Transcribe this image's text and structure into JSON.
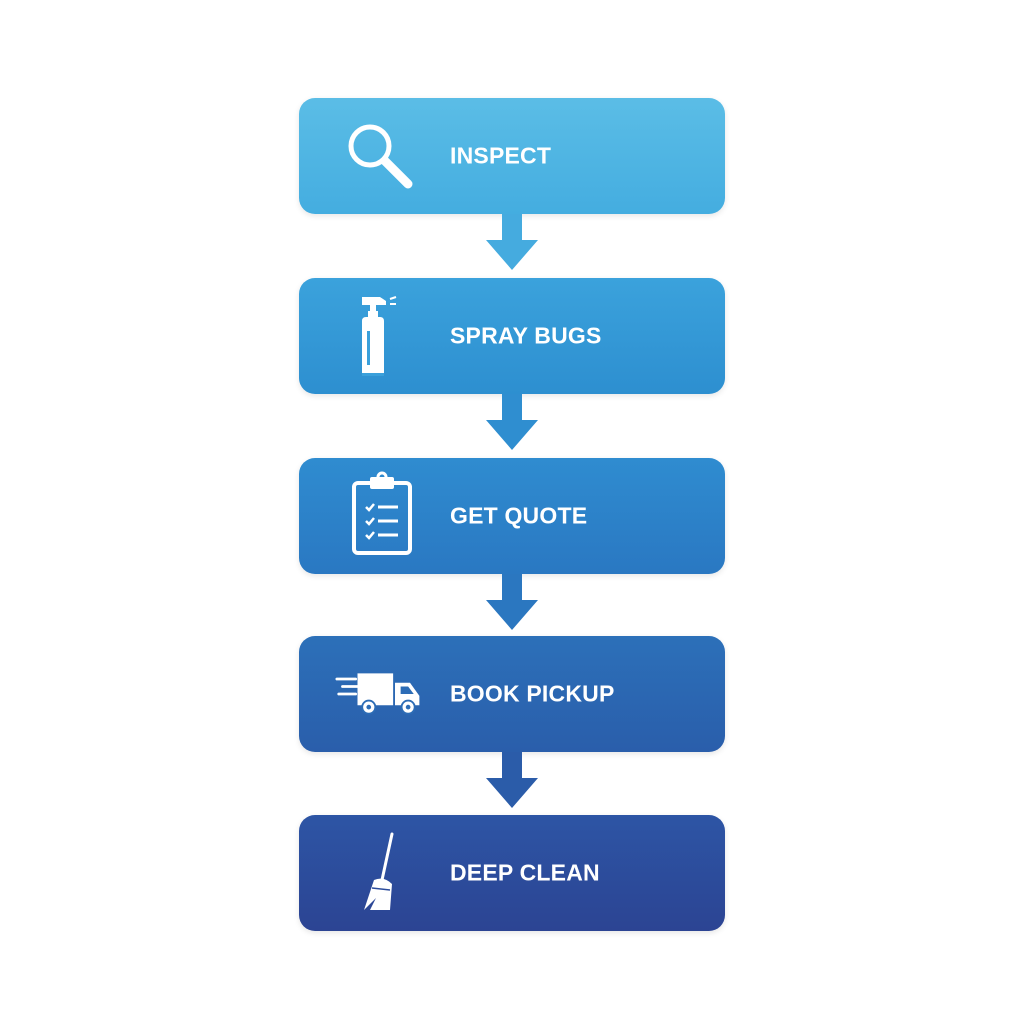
{
  "diagram": {
    "type": "vertical-flowchart",
    "steps": [
      {
        "label": "INSPECT",
        "icon": "magnifying-glass-icon",
        "color_top": "#5bbde6",
        "color_bottom": "#44ade0"
      },
      {
        "label": "SPRAY BUGS",
        "icon": "spray-bottle-icon",
        "color_top": "#3ba2dc",
        "color_bottom": "#2d8fd0"
      },
      {
        "label": "GET QUOTE",
        "icon": "clipboard-checklist-icon",
        "color_top": "#2f8cd0",
        "color_bottom": "#2a78c2"
      },
      {
        "label": "BOOK PICKUP",
        "icon": "delivery-truck-icon",
        "color_top": "#2c70b9",
        "color_bottom": "#2a5eab"
      },
      {
        "label": "DEEP CLEAN",
        "icon": "broom-icon",
        "color_top": "#2d55a5",
        "color_bottom": "#2c4493"
      }
    ],
    "arrows": [
      {
        "from": 0,
        "to": 1,
        "color": "#45abdf"
      },
      {
        "from": 1,
        "to": 2,
        "color": "#2f8ed0"
      },
      {
        "from": 2,
        "to": 3,
        "color": "#2b77c0"
      },
      {
        "from": 3,
        "to": 4,
        "color": "#2b5ca9"
      }
    ],
    "text_color": "#ffffff",
    "background": "#ffffff"
  }
}
